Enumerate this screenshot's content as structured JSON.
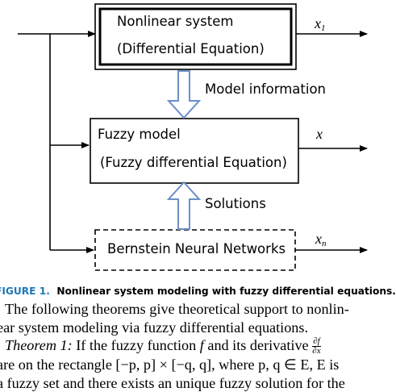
{
  "diagram": {
    "box1": {
      "line1": "Nonlinear system",
      "line2": "(Differential Equation)"
    },
    "box2": {
      "line1": "Fuzzy model",
      "line2": "(Fuzzy differential Equation)"
    },
    "box3": {
      "line1": "Bernstein Neural Networks"
    },
    "arrow1_label": "Model  information",
    "arrow2_label": "Solutions",
    "out1": {
      "base": "x",
      "sub": "1"
    },
    "out2": {
      "base": "x",
      "sub": ""
    },
    "out3": {
      "base": "x",
      "sub": "n"
    }
  },
  "caption": {
    "label": "FIGURE 1.",
    "text": "Nonlinear system modeling with fuzzy differential equations."
  },
  "body": {
    "line1": "The following theorems give theoretical support to nonlin-",
    "line2": "ear system modeling via fuzzy differential equations.",
    "theorem_label": "Theorem 1:",
    "line3_a": " If the fuzzy function ",
    "line3_f": "f",
    "line3_b": " and its derivative ",
    "deriv_num": "∂f",
    "deriv_den": "∂x",
    "line4": "are on the rectangle [−p, p] × [−q, q], where p, q ∈ E, E is",
    "line5": "a fuzzy set and there exists an unique fuzzy solution for the"
  }
}
